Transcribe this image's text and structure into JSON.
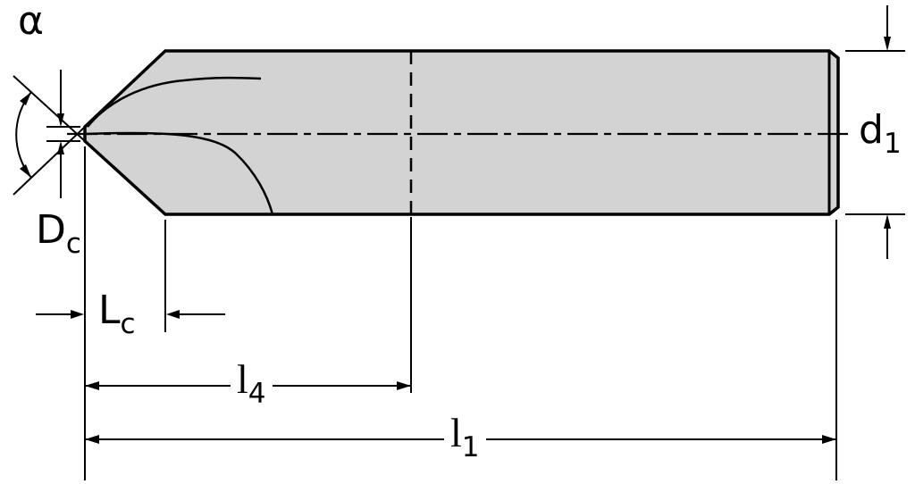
{
  "drawing": {
    "title": "chamfer-mill-dimension-drawing",
    "labels": {
      "angle": "α",
      "dc_main": "D",
      "dc_sub": "c",
      "lc_main": "L",
      "lc_sub": "c",
      "l4_main": "l",
      "l4_sub": "4",
      "l1_main": "l",
      "l1_sub": "1",
      "d1_main": "d",
      "d1_sub": "1"
    },
    "colors": {
      "tool_fill": "#d3d3d3",
      "line": "#000000",
      "background": "#ffffff"
    }
  }
}
